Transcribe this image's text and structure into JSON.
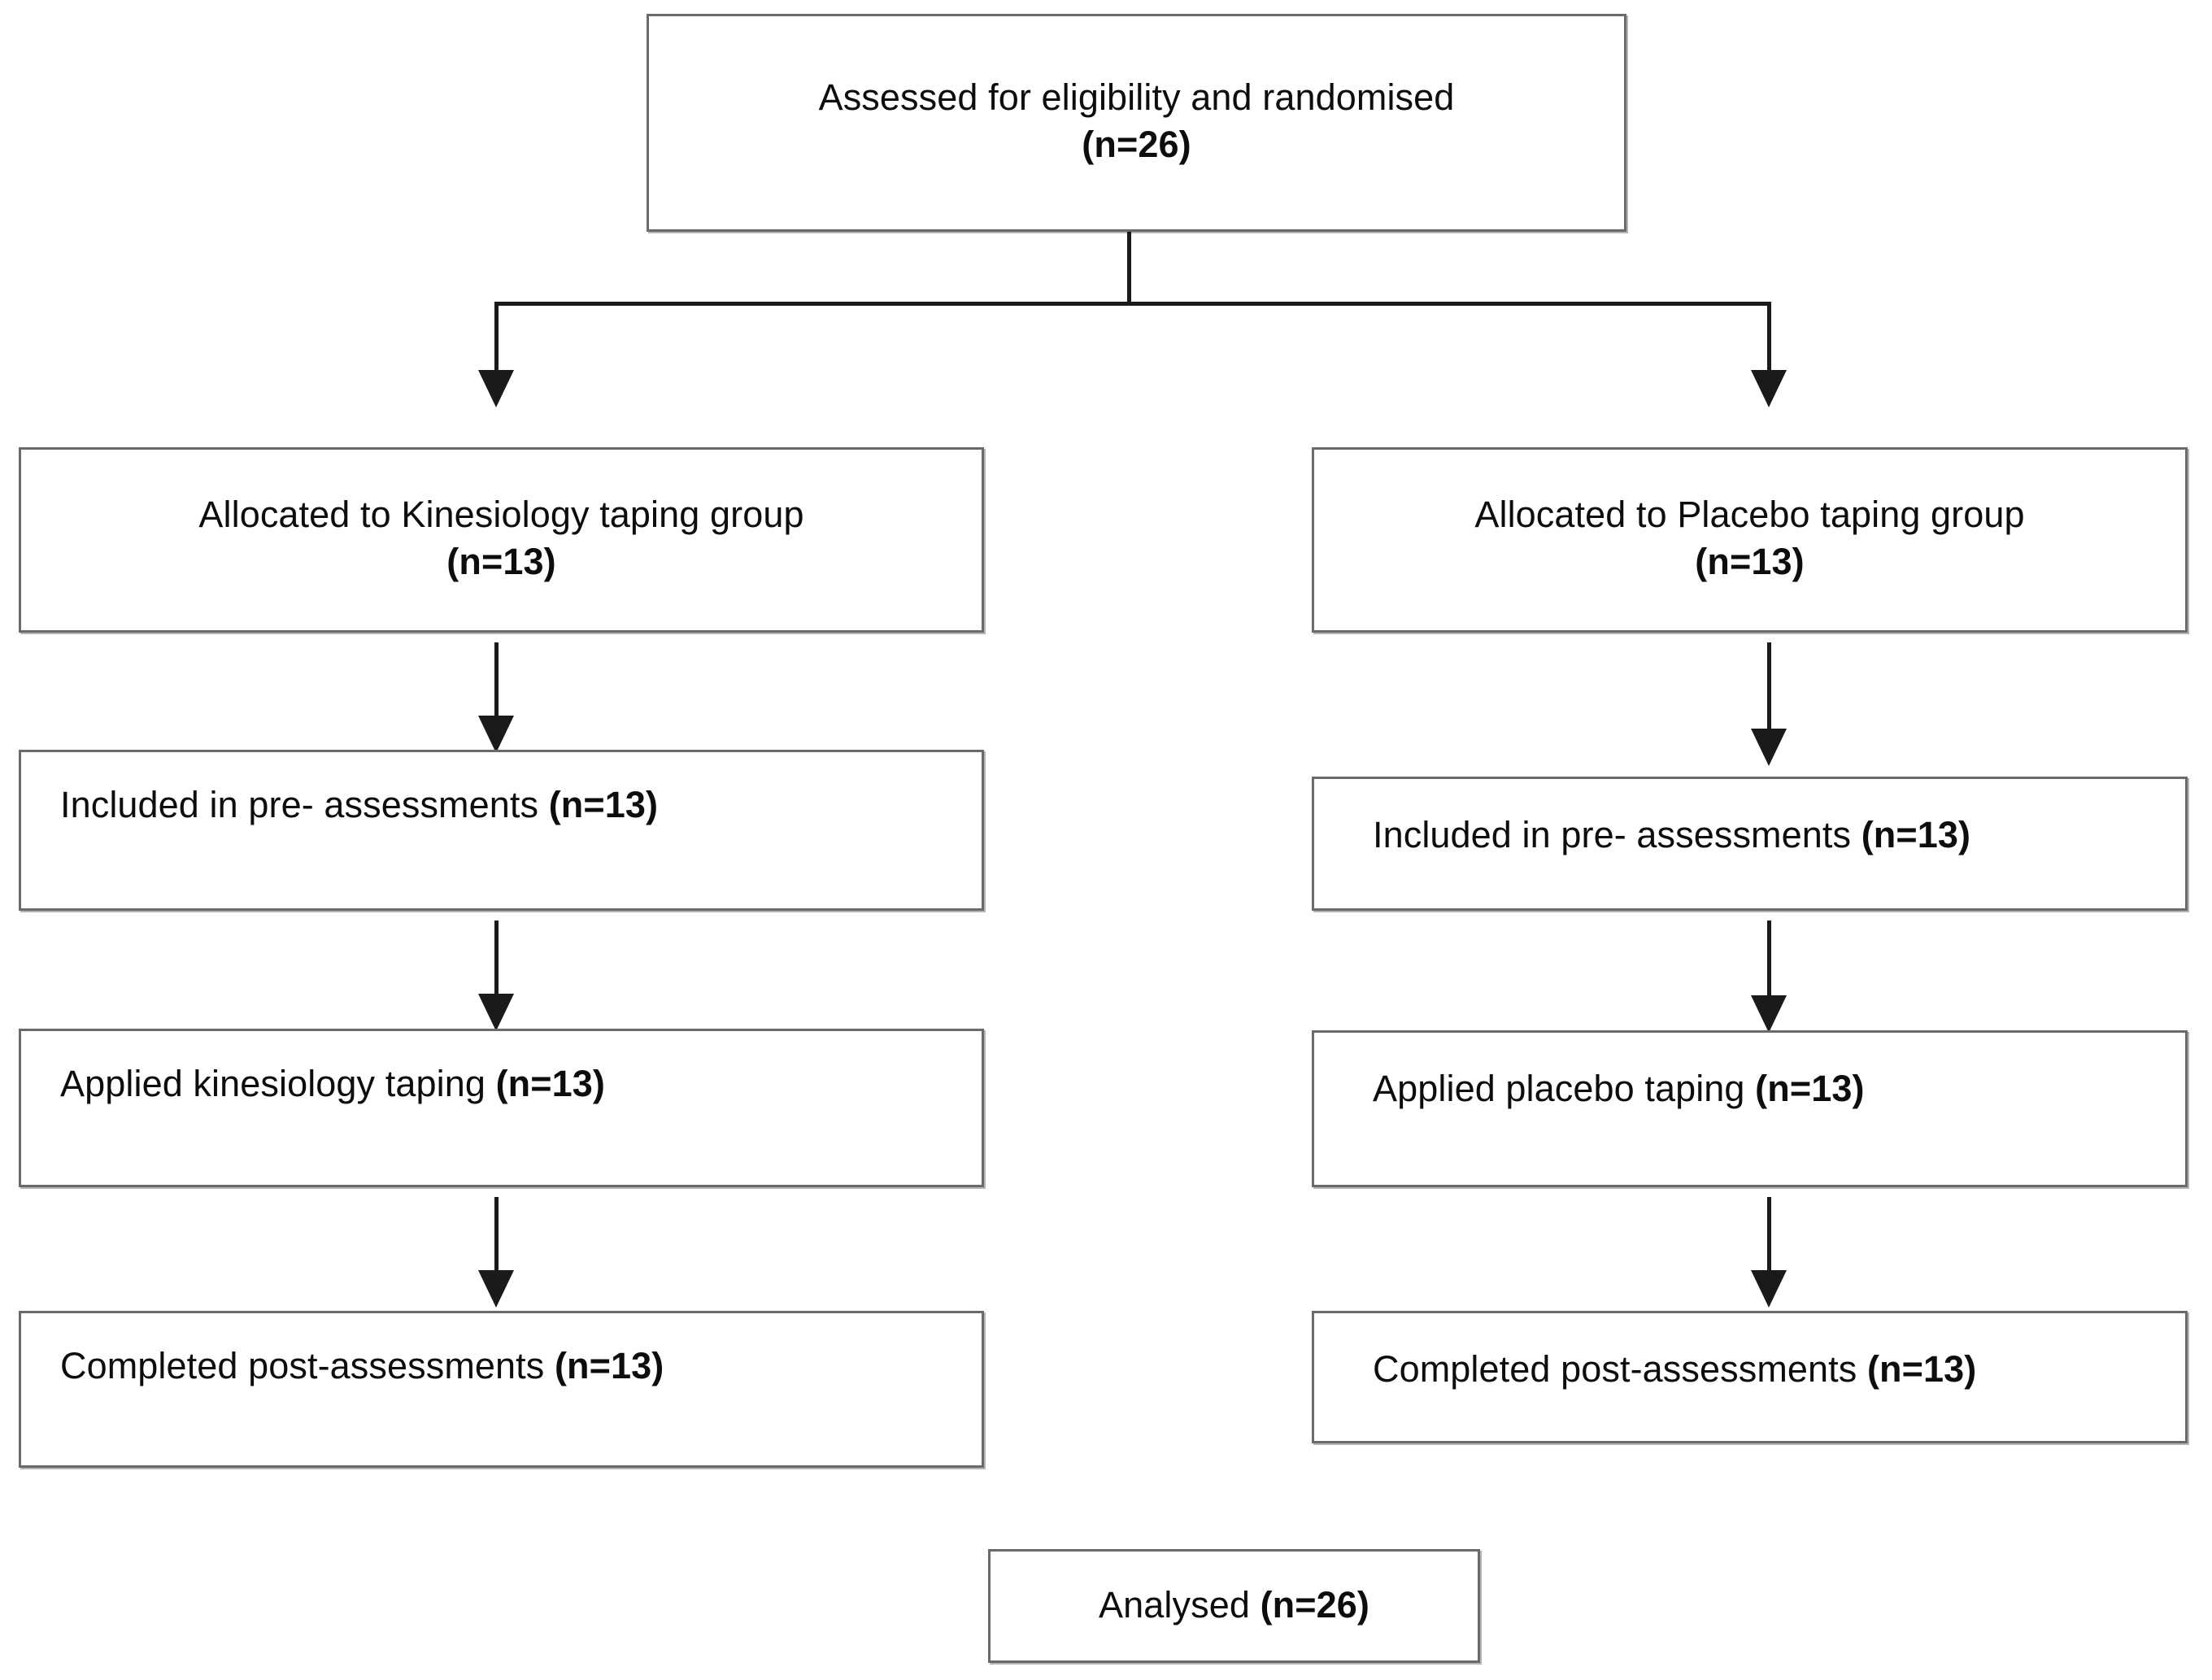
{
  "diagram": {
    "title": "CONSORT participant flow diagram",
    "type": "flowchart",
    "colors": {
      "box_border": "#6a6a6a",
      "connector": "#1a1a1a",
      "text": "#0d0d0d",
      "background": "#ffffff"
    },
    "nodes": {
      "enrollment": {
        "line1": "Assessed for eligibility and randomised",
        "line2": "(n=26)",
        "n": 26
      },
      "left": {
        "allocation_line1": "Allocated to Kinesiology taping group",
        "allocation_line2": "(n=13)",
        "pre_assessment_label": "Included in pre- assessments ",
        "pre_assessment_n": "(n=13)",
        "intervention_label": "Applied kinesiology taping ",
        "intervention_n": "(n=13)",
        "post_assessment_label": "Completed post-assessments ",
        "post_assessment_n": "(n=13)",
        "n": 13
      },
      "right": {
        "allocation_line1": "Allocated to Placebo taping group",
        "allocation_line2": "(n=13)",
        "pre_assessment_label": "Included in pre- assessments ",
        "pre_assessment_n": "(n=13)",
        "intervention_label": "Applied placebo taping ",
        "intervention_n": "(n=13)",
        "post_assessment_label": "Completed post-assessments ",
        "post_assessment_n": "(n=13)",
        "n": 13
      },
      "analysis": {
        "label": "Analysed ",
        "n_label": "(n=26)",
        "n": 26
      }
    }
  }
}
